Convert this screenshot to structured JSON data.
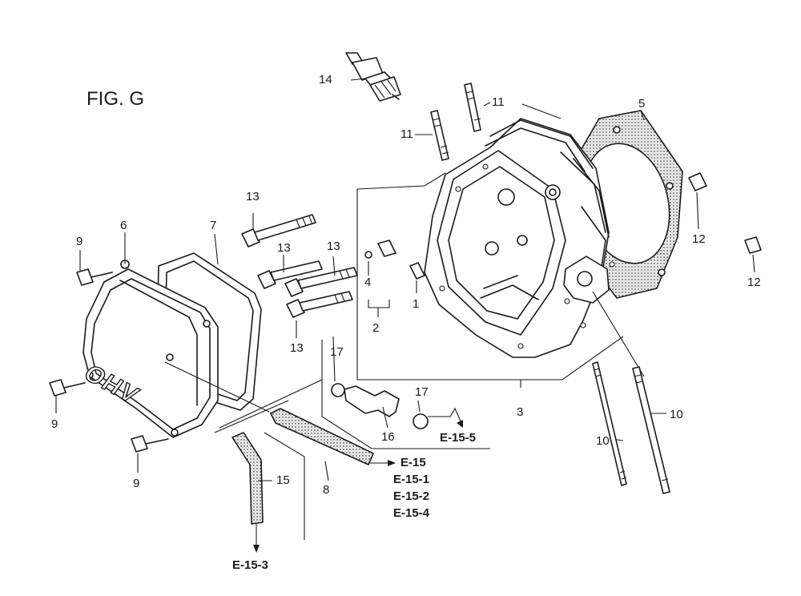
{
  "figure": {
    "title": "FIG. G"
  },
  "callouts": [
    "1",
    "2",
    "3",
    "4",
    "5",
    "6",
    "7",
    "8",
    "9",
    "9",
    "9",
    "10",
    "10",
    "11",
    "11",
    "12",
    "12",
    "13",
    "13",
    "13",
    "13",
    "14",
    "15",
    "16",
    "17",
    "17"
  ],
  "references": [
    "E-15",
    "E-15-1",
    "E-15-2",
    "E-15-4",
    "E-15-5",
    "E-15-3"
  ],
  "cover_lettering": "OHV"
}
